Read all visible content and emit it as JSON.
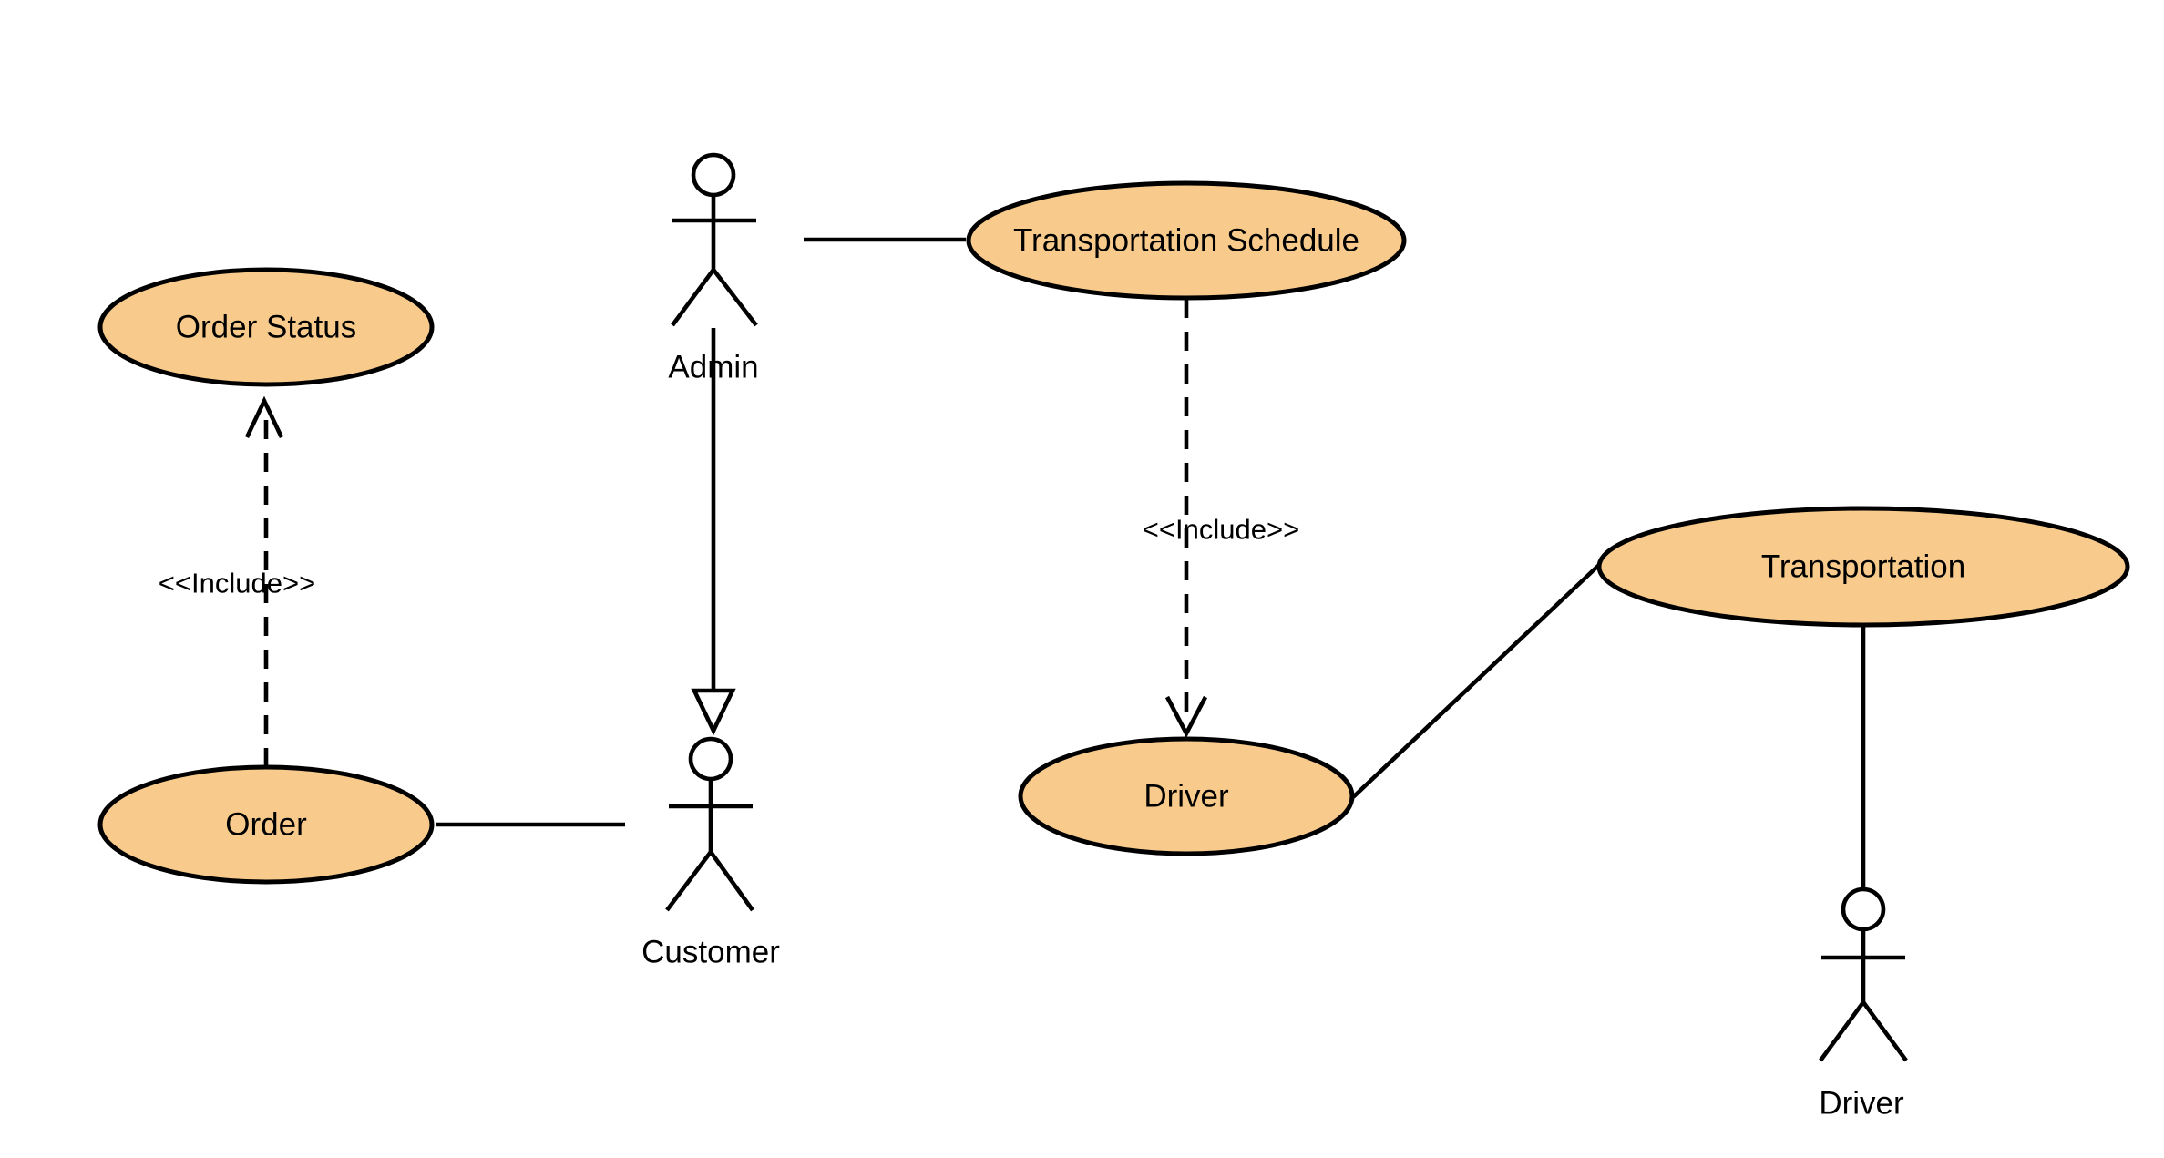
{
  "diagram": {
    "type": "use-case",
    "colors": {
      "usecase_fill": "#F8CB8D",
      "stroke": "#000000",
      "background": "#FFFFFF"
    },
    "use_cases": {
      "order_status": "Order Status",
      "transportation_schedule": "Transportation Schedule",
      "transportation": "Transportation",
      "order": "Order",
      "driver": "Driver"
    },
    "actors": {
      "admin": "Admin",
      "customer": "Customer",
      "driver": "Driver"
    },
    "relationships": {
      "order_include": "<<Include>>",
      "schedule_include": "<<Include>>"
    }
  }
}
